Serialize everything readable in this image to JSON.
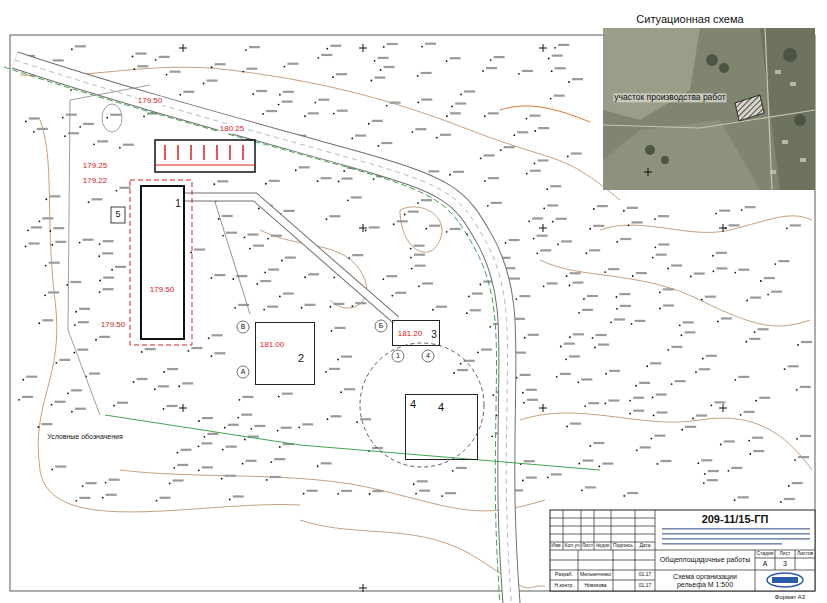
{
  "diagram": {
    "nodes": [
      {
        "text": [
          "Ситуационная схема",
          "участок производства работ"
        ]
      },
      {
        "text": [
          "1"
        ]
      },
      {
        "text": [
          "2"
        ]
      },
      {
        "text": [
          "3"
        ]
      },
      {
        "text": [
          "4"
        ]
      }
    ],
    "labels": [
      "179.50",
      "180.25",
      "179.25",
      "179.22",
      "179.50",
      "179.50",
      "181.00",
      "181.20",
      "5",
      "А",
      "Б",
      "В",
      "1",
      "4",
      "4",
      "Условные обозначения",
      "209-11/15-ГП",
      "Общеплощадочные работы",
      "Схема организации рельефа М 1:500",
      "Изм.",
      "Кол.уч",
      "Лист",
      "№док",
      "Подпись",
      "Дата",
      "Разраб.",
      "Мельниченко",
      "01.17",
      "Н.контр.",
      "Новикова",
      "01.17",
      "Стадия",
      "Лист",
      "Листов",
      "А",
      "3",
      "Формат А3"
    ]
  }
}
